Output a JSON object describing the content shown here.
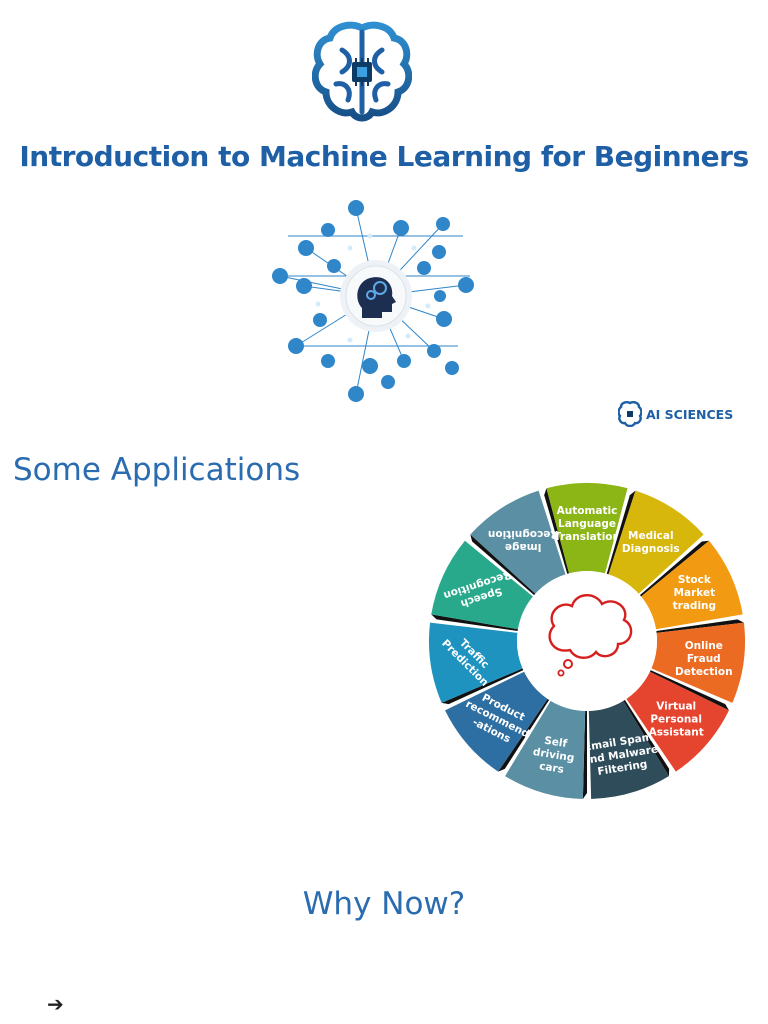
{
  "header": {
    "title": "Introduction to Machine Learning for Beginners"
  },
  "brand": {
    "name": "AI SCIENCES",
    "color": "#1f5fa5"
  },
  "sections": {
    "applications_heading": "Some Applications",
    "why_now_heading": "Why Now?",
    "bullet_arrow": "➔"
  },
  "wheel": {
    "segments": [
      {
        "label": "Automatic Language Translation",
        "lines": [
          "Automatic",
          "Language",
          "Translation"
        ],
        "color": "#8cb516"
      },
      {
        "label": "Medical Diagnosis",
        "lines": [
          "Medical",
          "Diagnosis"
        ],
        "color": "#d8b70d"
      },
      {
        "label": "Stock Market trading",
        "lines": [
          "Stock",
          "Market",
          "trading"
        ],
        "color": "#f29a11"
      },
      {
        "label": "Online Fraud Detection",
        "lines": [
          "Online",
          "Fraud",
          "Detection"
        ],
        "color": "#ec6b22"
      },
      {
        "label": "Virtual Personal Assistant",
        "lines": [
          "Virtual",
          "Personal",
          "Assistant"
        ],
        "color": "#e5442f"
      },
      {
        "label": "Email Spam and Malware Filtering",
        "lines": [
          "Email Spam",
          "and Malware",
          "Filtering"
        ],
        "color": "#2f4c5b"
      },
      {
        "label": "Self driving cars",
        "lines": [
          "Self",
          "driving",
          "cars"
        ],
        "color": "#5a8fa4"
      },
      {
        "label": "Product recommend-ations",
        "lines": [
          "Product",
          "recommend",
          "-ations"
        ],
        "color": "#2e6fa3"
      },
      {
        "label": "Traffic Prediction",
        "lines": [
          "Traffic",
          "Prediction"
        ],
        "color": "#1e93c0"
      },
      {
        "label": "Speech Recognition",
        "lines": [
          "Speech",
          "Recognition"
        ],
        "color": "#29a98c"
      },
      {
        "label": "Image Recognition",
        "lines": [
          "Image",
          "Recognition"
        ],
        "color": "#5b8fa3"
      }
    ]
  },
  "icons": {
    "logo": "brain-circuit-icon",
    "hero": "ai-head-network-icon",
    "center": "thought-cloud-icon"
  }
}
